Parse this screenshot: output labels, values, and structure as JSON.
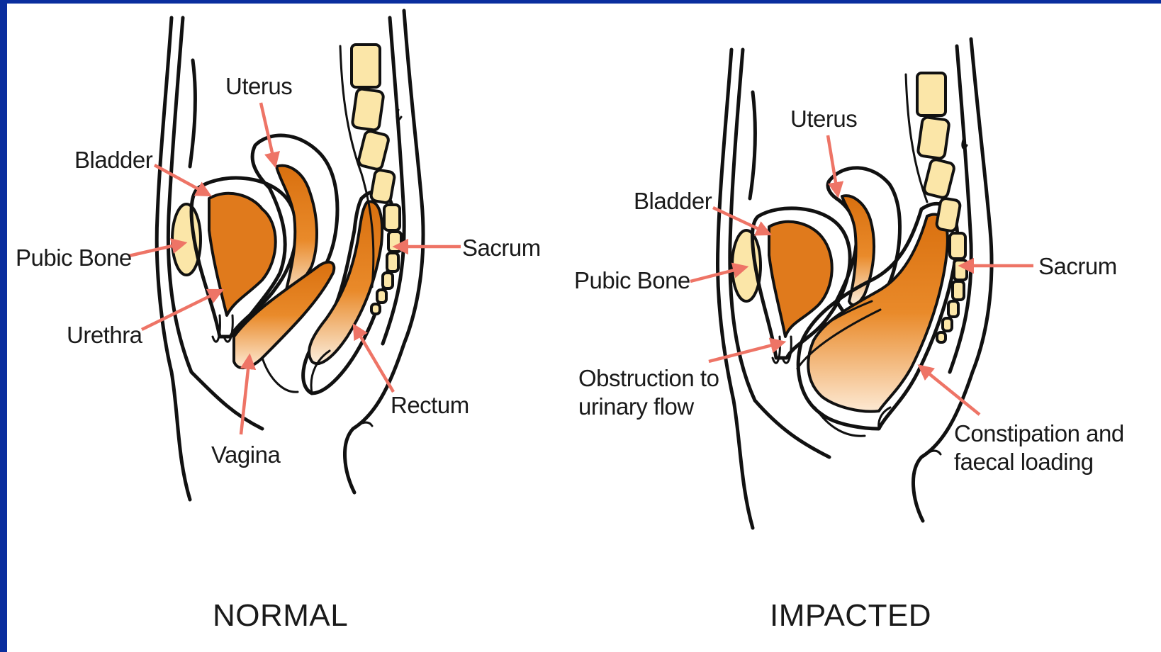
{
  "colors": {
    "frame": "#0a2e9e",
    "organ": "#e07a1c",
    "bone": "#fbe6a8",
    "arrow": "#ee7466"
  },
  "normal": {
    "caption": "NORMAL",
    "labels": {
      "uterus": "Uterus",
      "bladder": "Bladder",
      "pubic_bone": "Pubic Bone",
      "sacrum": "Sacrum",
      "urethra": "Urethra",
      "rectum": "Rectum",
      "vagina": "Vagina"
    }
  },
  "impacted": {
    "caption": "IMPACTED",
    "labels": {
      "uterus": "Uterus",
      "bladder": "Bladder",
      "pubic_bone": "Pubic Bone",
      "sacrum": "Sacrum",
      "obstruction_line1": "Obstruction to",
      "obstruction_line2": "urinary flow",
      "constipation_line1": "Constipation and",
      "constipation_line2": "faecal loading"
    }
  }
}
